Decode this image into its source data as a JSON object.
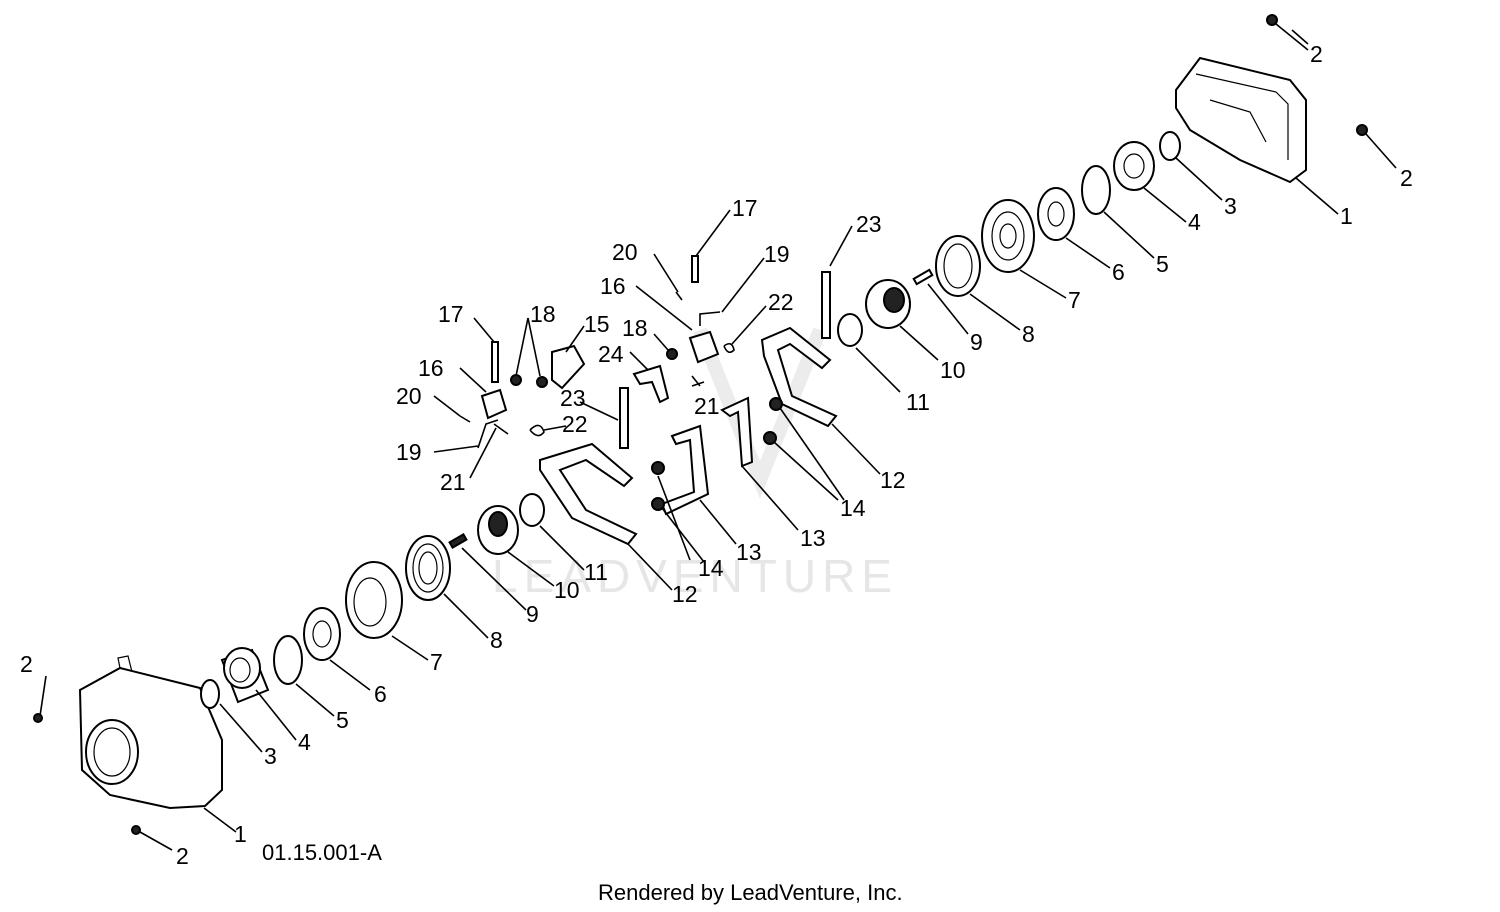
{
  "watermark": "LEADVENTURE",
  "drawing_number": "01.15.001-A",
  "footer": "Rendered by LeadVenture, Inc.",
  "callouts": {
    "c1": "1",
    "c2": "2",
    "c3": "3",
    "c4": "4",
    "c5": "5",
    "c6": "6",
    "c7": "7",
    "c8": "8",
    "c9": "9",
    "c10": "10",
    "c11": "11",
    "c12": "12",
    "c13": "13",
    "c14": "14",
    "c15": "15",
    "c16": "16",
    "c17": "17",
    "c18": "18",
    "c19": "19",
    "c20": "20",
    "c21": "21",
    "c22": "22",
    "c23": "23",
    "c24": "24"
  }
}
